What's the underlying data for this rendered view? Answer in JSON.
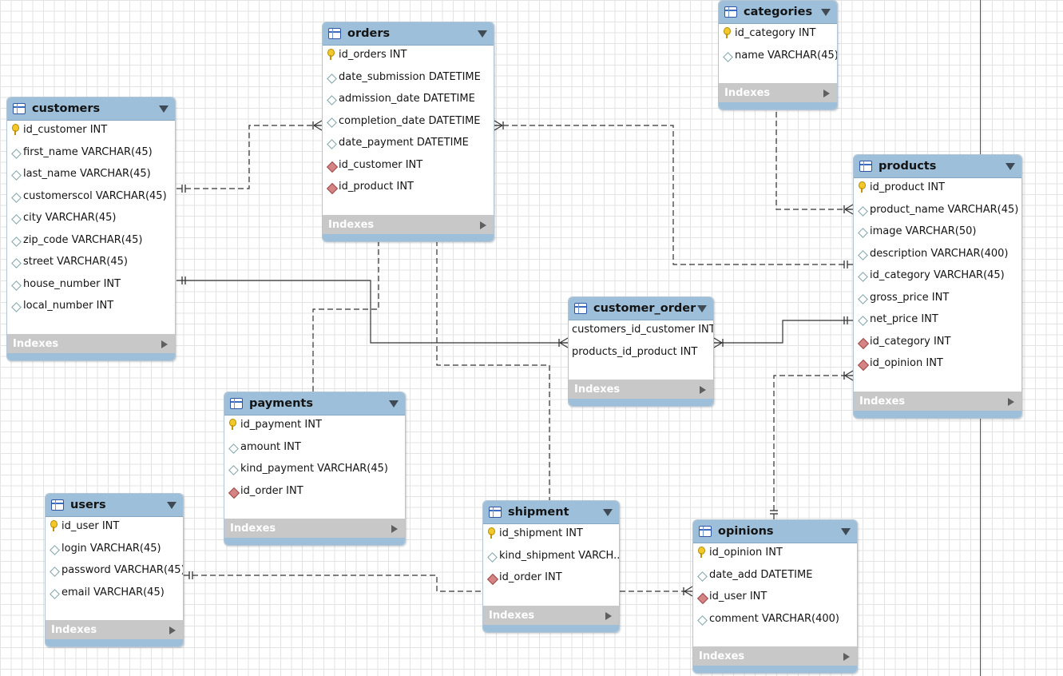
{
  "entities": [
    {
      "id": "orders",
      "name": "orders",
      "fields": [
        {
          "name": "id_orders INT",
          "kind": "pk"
        },
        {
          "name": "date_submission DATETIME",
          "kind": "attr"
        },
        {
          "name": "admission_date DATETIME",
          "kind": "attr"
        },
        {
          "name": "completion_date DATETIME",
          "kind": "attr"
        },
        {
          "name": "date_payment DATETIME",
          "kind": "attr"
        },
        {
          "name": "id_customer INT",
          "kind": "fk"
        },
        {
          "name": "id_product INT",
          "kind": "fk"
        }
      ],
      "indexes_label": "Indexes"
    },
    {
      "id": "categories",
      "name": "categories",
      "fields": [
        {
          "name": "id_category INT",
          "kind": "pk"
        },
        {
          "name": "name VARCHAR(45)",
          "kind": "attr"
        }
      ],
      "indexes_label": "Indexes"
    },
    {
      "id": "customers",
      "name": "customers",
      "fields": [
        {
          "name": "id_customer INT",
          "kind": "pk"
        },
        {
          "name": "first_name VARCHAR(45)",
          "kind": "attr"
        },
        {
          "name": "last_name VARCHAR(45)",
          "kind": "attr"
        },
        {
          "name": "customerscol VARCHAR(45)",
          "kind": "attr"
        },
        {
          "name": "city VARCHAR(45)",
          "kind": "attr"
        },
        {
          "name": "zip_code VARCHAR(45)",
          "kind": "attr"
        },
        {
          "name": "street VARCHAR(45)",
          "kind": "attr"
        },
        {
          "name": "house_number INT",
          "kind": "attr"
        },
        {
          "name": "local_number INT",
          "kind": "attr"
        }
      ],
      "indexes_label": "Indexes"
    },
    {
      "id": "products",
      "name": "products",
      "fields": [
        {
          "name": "id_product INT",
          "kind": "pk"
        },
        {
          "name": "product_name VARCHAR(45)",
          "kind": "attr"
        },
        {
          "name": "image VARCHAR(50)",
          "kind": "attr"
        },
        {
          "name": "description VARCHAR(400)",
          "kind": "attr"
        },
        {
          "name": "id_category VARCHAR(45)",
          "kind": "attr"
        },
        {
          "name": "gross_price INT",
          "kind": "attr"
        },
        {
          "name": "net_price INT",
          "kind": "attr"
        },
        {
          "name": "id_category INT",
          "kind": "fk"
        },
        {
          "name": "id_opinion INT",
          "kind": "fk"
        }
      ],
      "indexes_label": "Indexes"
    },
    {
      "id": "customer_order",
      "name": "customer_order",
      "fields": [
        {
          "name": "customers_id_customer INT",
          "kind": "none"
        },
        {
          "name": "products_id_product INT",
          "kind": "none"
        }
      ],
      "indexes_label": "Indexes"
    },
    {
      "id": "payments",
      "name": "payments",
      "fields": [
        {
          "name": "id_payment INT",
          "kind": "pk"
        },
        {
          "name": "amount INT",
          "kind": "attr"
        },
        {
          "name": "kind_payment VARCHAR(45)",
          "kind": "attr"
        },
        {
          "name": "id_order INT",
          "kind": "fk"
        }
      ],
      "indexes_label": "Indexes"
    },
    {
      "id": "users",
      "name": "users",
      "fields": [
        {
          "name": "id_user INT",
          "kind": "pk"
        },
        {
          "name": "login VARCHAR(45)",
          "kind": "attr"
        },
        {
          "name": "password VARCHAR(45)",
          "kind": "attr"
        },
        {
          "name": "email VARCHAR(45)",
          "kind": "attr"
        }
      ],
      "indexes_label": "Indexes"
    },
    {
      "id": "shipment",
      "name": "shipment",
      "fields": [
        {
          "name": "id_shipment INT",
          "kind": "pk"
        },
        {
          "name": "kind_shipment VARCH...",
          "kind": "attr"
        },
        {
          "name": "id_order INT",
          "kind": "fk"
        }
      ],
      "indexes_label": "Indexes"
    },
    {
      "id": "opinions",
      "name": "opinions",
      "fields": [
        {
          "name": "id_opinion INT",
          "kind": "pk"
        },
        {
          "name": "date_add DATETIME",
          "kind": "attr"
        },
        {
          "name": "id_user INT",
          "kind": "fk"
        },
        {
          "name": "comment VARCHAR(400)",
          "kind": "attr"
        }
      ],
      "indexes_label": "Indexes"
    }
  ],
  "relationships": [
    {
      "from": "customers",
      "to": "orders",
      "style": "dashed",
      "from_end": "one",
      "to_end": "one-or-many"
    },
    {
      "from": "orders",
      "to": "products",
      "style": "dashed",
      "from_end": "one-or-many",
      "to_end": "one"
    },
    {
      "from": "categories",
      "to": "products",
      "style": "dashed",
      "from_end": "one",
      "to_end": "one-or-many"
    },
    {
      "from": "orders",
      "to": "payments",
      "style": "dashed",
      "from_end": "one",
      "to_end": "one-or-many"
    },
    {
      "from": "orders",
      "to": "shipment",
      "style": "dashed",
      "from_end": "one",
      "to_end": "one-or-many"
    },
    {
      "from": "customers",
      "to": "customer_order",
      "style": "solid",
      "from_end": "one",
      "to_end": "one-or-many"
    },
    {
      "from": "products",
      "to": "customer_order",
      "style": "solid",
      "from_end": "one",
      "to_end": "one-or-many"
    },
    {
      "from": "opinions",
      "to": "products",
      "style": "dashed",
      "from_end": "one",
      "to_end": "one-or-many"
    },
    {
      "from": "users",
      "to": "shipment",
      "style": "dashed",
      "from_end": "one",
      "to_end": "none"
    },
    {
      "from": "shipment",
      "to": "opinions",
      "style": "dashed",
      "from_end": "none",
      "to_end": "one-or-many"
    }
  ]
}
